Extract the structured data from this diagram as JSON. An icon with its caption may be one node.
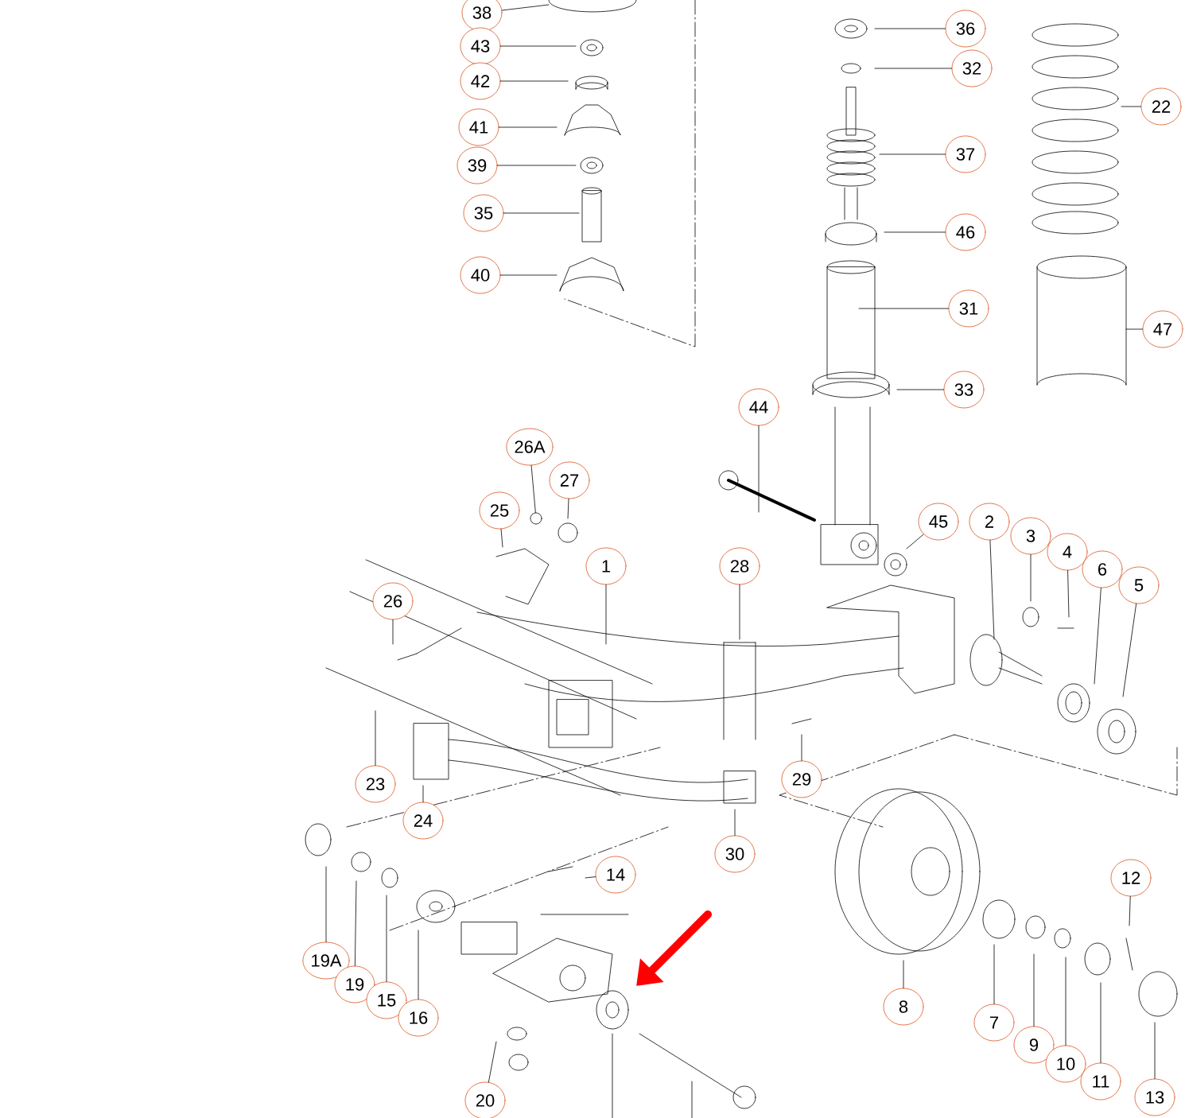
{
  "diagram": {
    "nodes": [
      {
        "text": [
          "38"
        ]
      },
      {
        "text": [
          "43"
        ]
      },
      {
        "text": [
          "36"
        ]
      },
      {
        "text": [
          "32"
        ]
      },
      {
        "text": [
          "42"
        ]
      },
      {
        "text": [
          "22"
        ]
      },
      {
        "text": [
          "41"
        ]
      },
      {
        "text": [
          "37"
        ]
      },
      {
        "text": [
          "39"
        ]
      },
      {
        "text": [
          "35"
        ]
      },
      {
        "text": [
          "46"
        ]
      },
      {
        "text": [
          "40"
        ]
      },
      {
        "text": [
          "31"
        ]
      },
      {
        "text": [
          "47"
        ]
      },
      {
        "text": [
          "33"
        ]
      },
      {
        "text": [
          "44"
        ]
      },
      {
        "text": [
          "26A"
        ]
      },
      {
        "text": [
          "27"
        ]
      },
      {
        "text": [
          "25"
        ]
      },
      {
        "text": [
          "45"
        ]
      },
      {
        "text": [
          "2"
        ]
      },
      {
        "text": [
          "3"
        ]
      },
      {
        "text": [
          "4"
        ]
      },
      {
        "text": [
          "1"
        ]
      },
      {
        "text": [
          "28"
        ]
      },
      {
        "text": [
          "6"
        ]
      },
      {
        "text": [
          "5"
        ]
      },
      {
        "text": [
          "26"
        ]
      },
      {
        "text": [
          "23"
        ]
      },
      {
        "text": [
          "29"
        ]
      },
      {
        "text": [
          "24"
        ]
      },
      {
        "text": [
          "30"
        ]
      },
      {
        "text": [
          "14"
        ]
      },
      {
        "text": [
          "12"
        ]
      },
      {
        "text": [
          "19A"
        ]
      },
      {
        "text": [
          "19"
        ]
      },
      {
        "text": [
          "15"
        ]
      },
      {
        "text": [
          "8"
        ]
      },
      {
        "text": [
          "16"
        ]
      },
      {
        "text": [
          "7"
        ]
      },
      {
        "text": [
          "9"
        ]
      },
      {
        "text": [
          "10"
        ]
      },
      {
        "text": [
          "11"
        ]
      },
      {
        "text": [
          "13"
        ]
      },
      {
        "text": [
          "20"
        ]
      },
      {
        "text": [],
        "shape": "circle"
      }
    ],
    "edges": [
      {
        "from": 0,
        "to": null,
        "arrow": "none"
      },
      {
        "from": 1,
        "to": null,
        "arrow": "none"
      },
      {
        "from": 2,
        "to": null,
        "arrow": "none"
      },
      {
        "from": 3,
        "to": null,
        "arrow": "none"
      },
      {
        "from": 4,
        "to": null,
        "arrow": "none"
      },
      {
        "from": 5,
        "to": null,
        "arrow": "none"
      },
      {
        "from": 6,
        "to": null,
        "arrow": "none"
      },
      {
        "from": 7,
        "to": null,
        "arrow": "none"
      },
      {
        "from": 8,
        "to": null,
        "arrow": "none"
      },
      {
        "from": 9,
        "to": null,
        "arrow": "none"
      },
      {
        "from": 10,
        "to": null,
        "arrow": "none"
      },
      {
        "from": 11,
        "to": null,
        "arrow": "none"
      },
      {
        "from": 12,
        "to": null,
        "arrow": "none"
      },
      {
        "from": 13,
        "to": null,
        "arrow": "none"
      },
      {
        "from": 14,
        "to": null,
        "arrow": "none"
      },
      {
        "from": 15,
        "to": null,
        "arrow": "none"
      },
      {
        "from": 16,
        "to": 45,
        "arrow": "none"
      },
      {
        "from": 17,
        "to": null,
        "arrow": "none"
      },
      {
        "from": 18,
        "to": null,
        "arrow": "none"
      },
      {
        "from": 19,
        "to": null,
        "arrow": "none"
      },
      {
        "from": 20,
        "to": null,
        "arrow": "none"
      },
      {
        "from": 21,
        "to": null,
        "arrow": "none"
      },
      {
        "from": 22,
        "to": null,
        "arrow": "none"
      },
      {
        "from": 23,
        "to": null,
        "arrow": "none"
      },
      {
        "from": 24,
        "to": null,
        "arrow": "none"
      },
      {
        "from": 25,
        "to": null,
        "arrow": "none"
      },
      {
        "from": 26,
        "to": null,
        "arrow": "none"
      },
      {
        "from": 27,
        "to": null,
        "arrow": "none"
      },
      {
        "from": 28,
        "to": null,
        "arrow": "none"
      },
      {
        "from": 29,
        "to": null,
        "arrow": "none"
      },
      {
        "from": 30,
        "to": null,
        "arrow": "none"
      },
      {
        "from": 31,
        "to": null,
        "arrow": "none"
      },
      {
        "from": 32,
        "to": null,
        "arrow": "none"
      },
      {
        "from": 33,
        "to": null,
        "arrow": "none"
      },
      {
        "from": 34,
        "to": null,
        "arrow": "none"
      },
      {
        "from": 35,
        "to": null,
        "arrow": "none"
      },
      {
        "from": 36,
        "to": null,
        "arrow": "none"
      },
      {
        "from": 37,
        "to": null,
        "arrow": "none"
      },
      {
        "from": 38,
        "to": null,
        "arrow": "none"
      },
      {
        "from": 39,
        "to": null,
        "arrow": "none"
      },
      {
        "from": 40,
        "to": null,
        "arrow": "none"
      },
      {
        "from": 41,
        "to": null,
        "arrow": "none"
      },
      {
        "from": 42,
        "to": null,
        "arrow": "none"
      },
      {
        "from": 43,
        "to": null,
        "arrow": "none"
      },
      {
        "from": 44,
        "to": null,
        "arrow": "none"
      }
    ]
  }
}
